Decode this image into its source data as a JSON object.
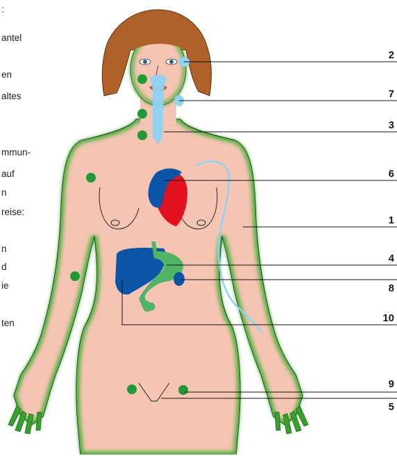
{
  "colors": {
    "skin": "#f6c4b3",
    "glow": "#37a12f",
    "hair": "#b0612a",
    "organ_blue": "#0a55a8",
    "organ_red": "#e3101f",
    "organ_green": "#4fb564",
    "lymph_node": "#1f9a34",
    "airway": "#8fd3f4",
    "leader_line": "#111111"
  },
  "left_text_fragments": [
    ":",
    "antel",
    "en",
    "altes",
    "mmun-",
    "auf",
    "n",
    "reise:",
    "",
    "n",
    "d",
    "ie",
    "ten"
  ],
  "labels": [
    {
      "number": "2",
      "points_to": "eye"
    },
    {
      "number": "7",
      "points_to": "salivary-gland"
    },
    {
      "number": "3",
      "points_to": "windpipe"
    },
    {
      "number": "6",
      "points_to": "heart"
    },
    {
      "number": "1",
      "points_to": "skin"
    },
    {
      "number": "4",
      "points_to": "stomach"
    },
    {
      "number": "8",
      "points_to": "pancreas"
    },
    {
      "number": "10",
      "points_to": "liver"
    },
    {
      "number": "9",
      "points_to": "lymph-node"
    },
    {
      "number": "5",
      "points_to": "genital-area"
    }
  ]
}
